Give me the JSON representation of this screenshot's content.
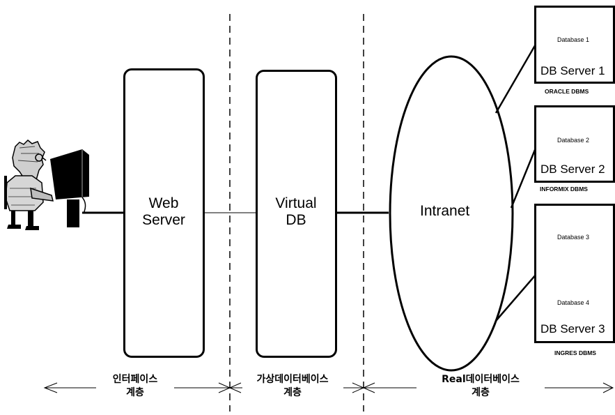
{
  "components": {
    "web_server": {
      "line1": "Web",
      "line2": "Server"
    },
    "virtual_db": {
      "line1": "Virtual",
      "line2": "DB"
    },
    "intranet": "Intranet"
  },
  "servers": [
    {
      "name": "DB Server 1",
      "databases": [
        "Database 1"
      ],
      "dbms": "ORACLE DBMS"
    },
    {
      "name": "DB Server 2",
      "databases": [
        "Database 2"
      ],
      "dbms": "INFORMIX DBMS"
    },
    {
      "name": "DB Server 3",
      "databases": [
        "Database 3",
        "Database 4"
      ],
      "dbms": "INGRES DBMS"
    }
  ],
  "layers": [
    {
      "line1": "인터페이스",
      "line2": "계층"
    },
    {
      "line1": "가상데이터베이스",
      "line2": "계층"
    },
    {
      "line1": "Real데이터베이스",
      "line2": "계층"
    }
  ]
}
